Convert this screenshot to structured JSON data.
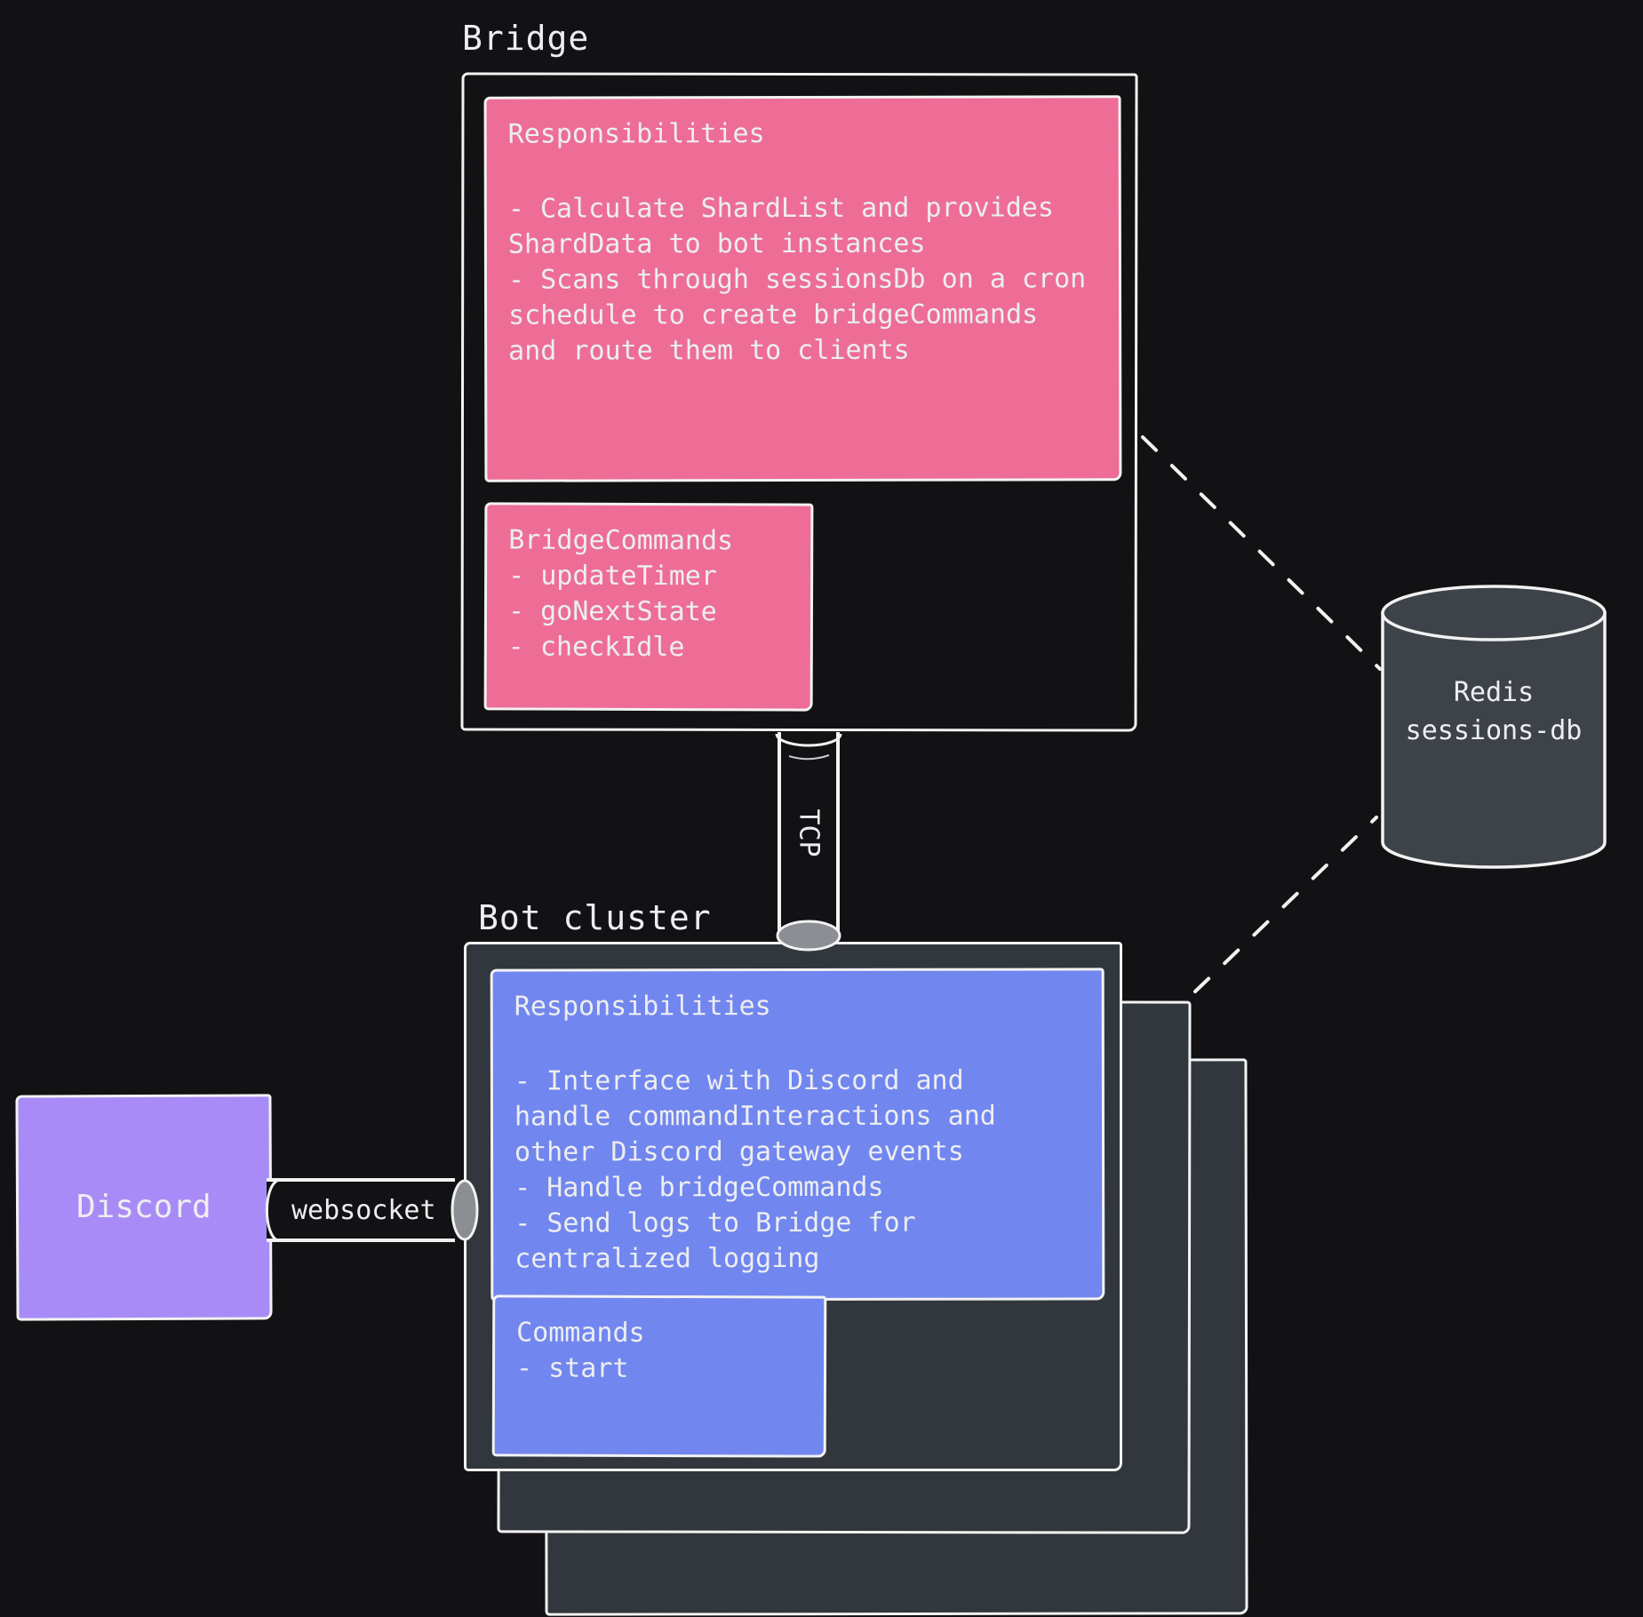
{
  "colors": {
    "bg": "#121214",
    "stroke": "#f2f2f2",
    "text": "#eceef0",
    "pink": "#ed6d96",
    "blue": "#7286ef",
    "purple": "#a98bf7",
    "slate": "#31373c",
    "slate_light": "#3d4349",
    "pipe_gray": "#8b8f93"
  },
  "bridge": {
    "title": "Bridge",
    "responsibilities": {
      "title": "Responsibilities",
      "lines": [
        "- Calculate ShardList and provides",
        "ShardData to bot instances",
        "- Scans through sessionsDb on a cron",
        "schedule to create bridgeCommands",
        "and route them to clients"
      ]
    },
    "commands": {
      "title": "BridgeCommands",
      "lines": [
        "- updateTimer",
        "- goNextState",
        "- checkIdle"
      ]
    }
  },
  "connectors": {
    "tcp_label": "TCP",
    "websocket_label": "websocket"
  },
  "bot_cluster": {
    "title": "Bot cluster",
    "responsibilities": {
      "title": "Responsibilities",
      "lines": [
        "- Interface with Discord and",
        "handle commandInteractions and",
        "other Discord gateway events",
        "- Handle bridgeCommands",
        "- Send logs to Bridge for",
        "centralized logging"
      ]
    },
    "commands": {
      "title": "Commands",
      "lines": [
        "- start"
      ]
    }
  },
  "discord": {
    "label": "Discord"
  },
  "redis": {
    "line1": "Redis",
    "line2": "sessions-db"
  }
}
